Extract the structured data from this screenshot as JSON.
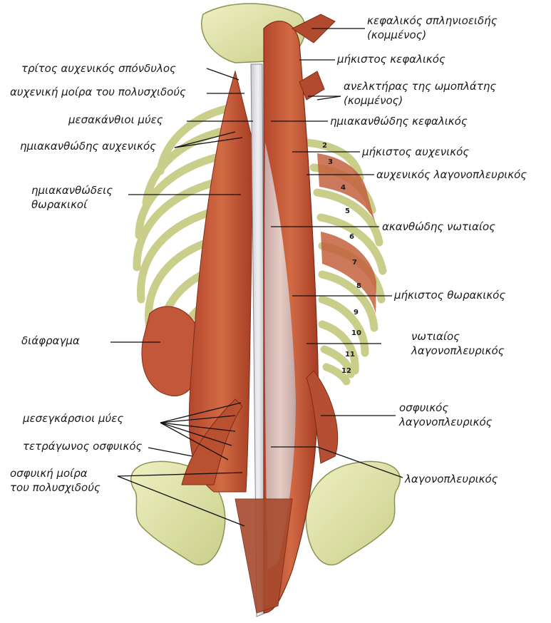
{
  "labels": {
    "l_cervical3": "τρίτος αυχενικός σπόνδυλος",
    "l_multifidus_cervical": "αυχενική μοίρα του πολυσχιδούς",
    "l_interspinales": "μεσακάνθιοι μύες",
    "l_semispinalis_cervicis": "ημιακανθώδης αυχενικός",
    "l_semispinalis_thoracis_1": "ημιακανθώδεις",
    "l_semispinalis_thoracis_2": "θωρακικοί",
    "l_diaphragm": "διάφραγμα",
    "l_intertransversarii": "μεσεγκάρσιοι μύες",
    "l_quadratus_lumborum": "τετράγωνος οσφυικός",
    "l_multifidus_lumbar_1": "οσφυική μοίρα",
    "l_multifidus_lumbar_2": "του πολυσχιδούς",
    "r_splenius_1": "κεφαλικός σπληνιοειδής",
    "r_splenius_2": "(κομμένος)",
    "r_longissimus_capitis": "μήκιστος κεφαλικός",
    "r_levator_1": "ανελκτήρας της ωμοπλάτης",
    "r_levator_2": "(κομμένος)",
    "r_semispinalis_capitis": "ημιακανθώδης κεφαλικός",
    "r_longissimus_cervicis": "μήκιστος αυχενικός",
    "r_iliocostalis_cervicis": "αυχενικός λαγονοπλευρικός",
    "r_spinalis": "ακανθώδης νωτιαίος",
    "r_longissimus_thoracis": "μήκιστος θωρακικός",
    "r_iliocostalis_thoracis_1": "νωτιαίος",
    "r_iliocostalis_thoracis_2": "λαγονοπλευρικός",
    "r_iliocostalis_lumborum_1": "οσφυικός",
    "r_iliocostalis_lumborum_2": "λαγονοπλευρικός",
    "r_iliocostalis": "λαγονοπλευρικός"
  },
  "rib_numbers": [
    "2",
    "3",
    "4",
    "5",
    "6",
    "7",
    "8",
    "9",
    "10",
    "11",
    "12"
  ]
}
